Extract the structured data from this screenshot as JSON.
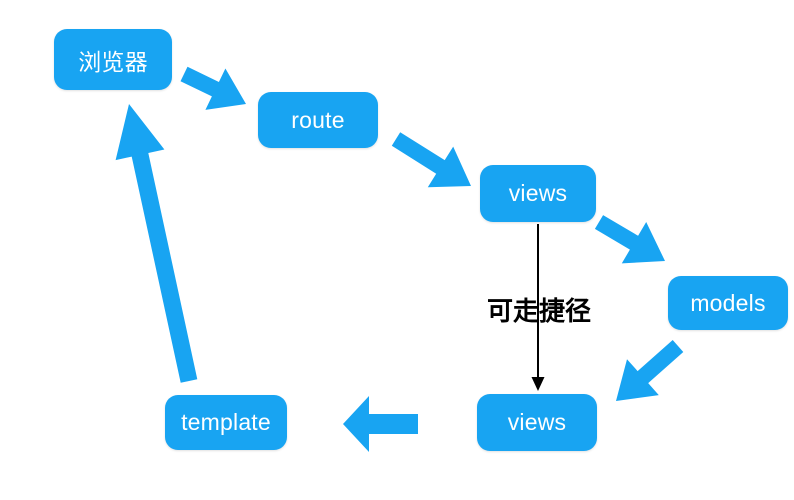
{
  "diagram": {
    "nodes": [
      {
        "id": "browser",
        "label": "浏览器"
      },
      {
        "id": "route",
        "label": "route"
      },
      {
        "id": "views_top",
        "label": "views"
      },
      {
        "id": "models",
        "label": "models"
      },
      {
        "id": "views_bottom",
        "label": "views"
      },
      {
        "id": "template",
        "label": "template"
      }
    ],
    "edges": [
      {
        "from": "浏览器",
        "to": "route",
        "type": "thick-blue-arrow"
      },
      {
        "from": "route",
        "to": "views",
        "type": "thick-blue-arrow"
      },
      {
        "from": "views",
        "to": "models",
        "type": "thick-blue-arrow"
      },
      {
        "from": "models",
        "to": "views",
        "type": "thick-blue-arrow"
      },
      {
        "from": "views",
        "to": "template",
        "type": "thick-blue-arrow"
      },
      {
        "from": "template",
        "to": "浏览器",
        "type": "thick-blue-arrow"
      },
      {
        "from": "views",
        "to": "views",
        "type": "thin-black-arrow",
        "label": "可走捷径"
      }
    ],
    "shortcut_label": "可走捷径"
  },
  "colors": {
    "node_fill": "#18a4f2",
    "node_text": "#ffffff",
    "arrow_blue": "#18a4f2",
    "arrow_black": "#000000",
    "background": "#ffffff"
  }
}
